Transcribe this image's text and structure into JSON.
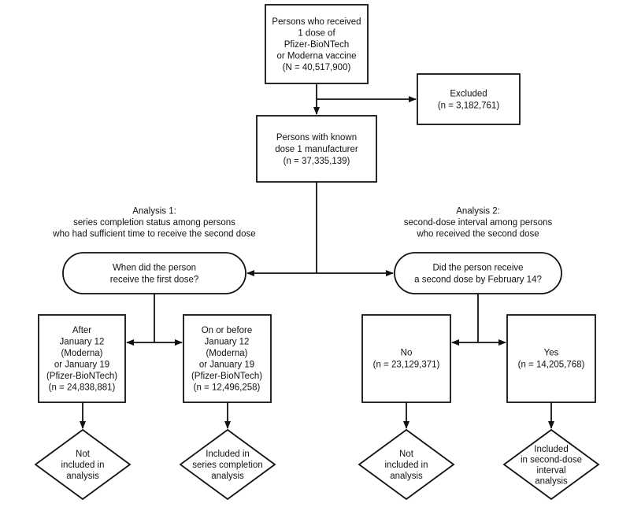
{
  "nodes": {
    "received_dose1": [
      "Persons who received",
      "1 dose of",
      "Pfizer-BioNTech",
      "or Moderna vaccine",
      "(N = 40,517,900)"
    ],
    "excluded": [
      "Excluded",
      "(n = 3,182,761)"
    ],
    "known_manufacturer": [
      "Persons with known",
      "dose 1 manufacturer",
      "(n = 37,335,139)"
    ],
    "analysis1_heading": [
      "Analysis 1:",
      "series completion status among persons",
      "who had sufficient time to receive the second dose"
    ],
    "analysis2_heading": [
      "Analysis 2:",
      "second-dose interval among persons",
      "who received the second dose"
    ],
    "first_dose_question": [
      "When did the person",
      "receive the first dose?"
    ],
    "second_dose_question": [
      "Did the person receive",
      "a second dose by February 14?"
    ],
    "after_jan12": [
      "After",
      "January 12",
      "(Moderna)",
      "or January 19",
      "(Pfizer-BioNTech)",
      "(n = 24,838,881)"
    ],
    "on_before_jan12": [
      "On or before",
      "January 12",
      "(Moderna)",
      "or January 19",
      "(Pfizer-BioNTech)",
      "(n = 12,496,258)"
    ],
    "no_second_dose": [
      "No",
      "(n = 23,129,371)"
    ],
    "yes_second_dose": [
      "Yes",
      "(n = 14,205,768)"
    ],
    "not_included_1": [
      "Not",
      "included in",
      "analysis"
    ],
    "included_series": [
      "Included in",
      "series completion",
      "analysis"
    ],
    "not_included_2": [
      "Not",
      "included in",
      "analysis"
    ],
    "included_interval": [
      "Included",
      "in second-dose",
      "interval",
      "analysis"
    ]
  }
}
